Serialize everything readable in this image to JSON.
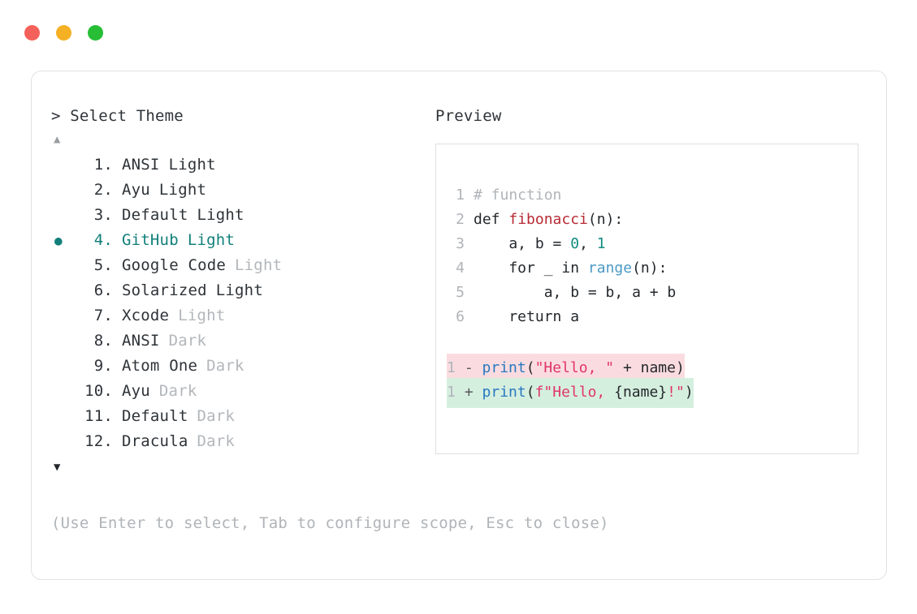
{
  "window": {
    "traffic_lights": [
      {
        "name": "close",
        "color": "#f4615a"
      },
      {
        "name": "minimize",
        "color": "#f5b024"
      },
      {
        "name": "maximize",
        "color": "#27be35"
      }
    ]
  },
  "selector": {
    "prompt": "> Select Theme",
    "scroll_up_icon": "▲",
    "scroll_down_icon": "▼",
    "selected_bullet": "●",
    "accent_color": "#117f7a",
    "items": [
      {
        "index": "1.",
        "name": "ANSI",
        "variant": "Light",
        "variant_dim": false,
        "selected": false
      },
      {
        "index": "2.",
        "name": "Ayu",
        "variant": "Light",
        "variant_dim": false,
        "selected": false
      },
      {
        "index": "3.",
        "name": "Default",
        "variant": "Light",
        "variant_dim": false,
        "selected": false
      },
      {
        "index": "4.",
        "name": "GitHub",
        "variant": "Light",
        "variant_dim": false,
        "selected": true
      },
      {
        "index": "5.",
        "name": "Google Code",
        "variant": "Light",
        "variant_dim": true,
        "selected": false
      },
      {
        "index": "6.",
        "name": "Solarized",
        "variant": "Light",
        "variant_dim": false,
        "selected": false
      },
      {
        "index": "7.",
        "name": "Xcode",
        "variant": "Light",
        "variant_dim": true,
        "selected": false
      },
      {
        "index": "8.",
        "name": "ANSI",
        "variant": "Dark",
        "variant_dim": true,
        "selected": false
      },
      {
        "index": "9.",
        "name": "Atom One",
        "variant": "Dark",
        "variant_dim": true,
        "selected": false
      },
      {
        "index": "10.",
        "name": "Ayu",
        "variant": "Dark",
        "variant_dim": true,
        "selected": false
      },
      {
        "index": "11.",
        "name": "Default",
        "variant": "Dark",
        "variant_dim": true,
        "selected": false
      },
      {
        "index": "12.",
        "name": "Dracula",
        "variant": "Dark",
        "variant_dim": true,
        "selected": false
      }
    ],
    "hint": "(Use Enter to select, Tab to configure scope, Esc to close)"
  },
  "preview": {
    "title": "Preview",
    "code_lines": [
      {
        "ln": "1",
        "tokens": [
          {
            "t": "# function",
            "c": "comment"
          }
        ]
      },
      {
        "ln": "2",
        "tokens": [
          {
            "t": "def ",
            "c": "plain"
          },
          {
            "t": "fibonacci",
            "c": "func"
          },
          {
            "t": "(n):",
            "c": "plain"
          }
        ]
      },
      {
        "ln": "3",
        "tokens": [
          {
            "t": "    a, b = ",
            "c": "plain"
          },
          {
            "t": "0",
            "c": "num"
          },
          {
            "t": ", ",
            "c": "plain"
          },
          {
            "t": "1",
            "c": "num"
          }
        ]
      },
      {
        "ln": "4",
        "tokens": [
          {
            "t": "    for _ in ",
            "c": "plain"
          },
          {
            "t": "range",
            "c": "builtin"
          },
          {
            "t": "(n):",
            "c": "plain"
          }
        ]
      },
      {
        "ln": "5",
        "tokens": [
          {
            "t": "        a, b = b, a + b",
            "c": "plain"
          }
        ]
      },
      {
        "ln": "6",
        "tokens": [
          {
            "t": "    return a",
            "c": "plain"
          }
        ]
      }
    ],
    "diff_lines": [
      {
        "ln": "1",
        "sign": "-",
        "kind": "del",
        "bg": "#fadce0",
        "tokens": [
          {
            "t": "print",
            "c": "print"
          },
          {
            "t": "(",
            "c": "plain"
          },
          {
            "t": "\"Hello, \"",
            "c": "string"
          },
          {
            "t": " + name)",
            "c": "plain"
          }
        ]
      },
      {
        "ln": "1",
        "sign": "+",
        "kind": "add",
        "bg": "#d5efdf",
        "tokens": [
          {
            "t": "print",
            "c": "print"
          },
          {
            "t": "(",
            "c": "plain"
          },
          {
            "t": "f\"Hello, ",
            "c": "string"
          },
          {
            "t": "{name}",
            "c": "plain"
          },
          {
            "t": "!\"",
            "c": "string"
          },
          {
            "t": ")",
            "c": "plain"
          }
        ]
      }
    ]
  }
}
